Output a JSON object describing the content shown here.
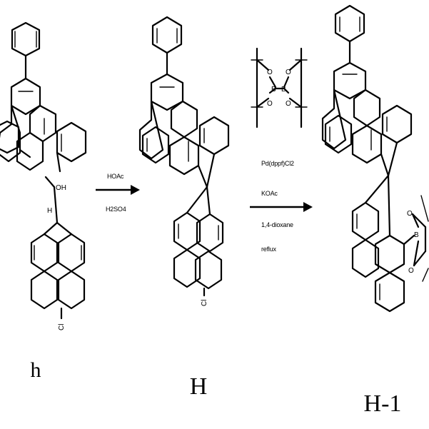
{
  "compounds": {
    "h": {
      "label": "h",
      "atoms": {
        "oh": "OH",
        "h": "H",
        "cl": "Cl"
      }
    },
    "H": {
      "label": "H",
      "atoms": {
        "cl": "Cl"
      }
    },
    "H1": {
      "label": "H-1",
      "atoms": {
        "b": "B",
        "o_top": "O",
        "o_bottom": "O"
      }
    }
  },
  "step1": {
    "reagents": [
      "HOAc",
      "H2SO4"
    ]
  },
  "step2": {
    "reagent_atoms": {
      "b1": "B",
      "b2": "B",
      "o1": "O",
      "o2": "O",
      "o3": "O",
      "o4": "O"
    },
    "conditions": [
      "Pd(dppf)Cl2",
      "KOAc",
      "1,4-dioxane",
      "reflux"
    ]
  }
}
